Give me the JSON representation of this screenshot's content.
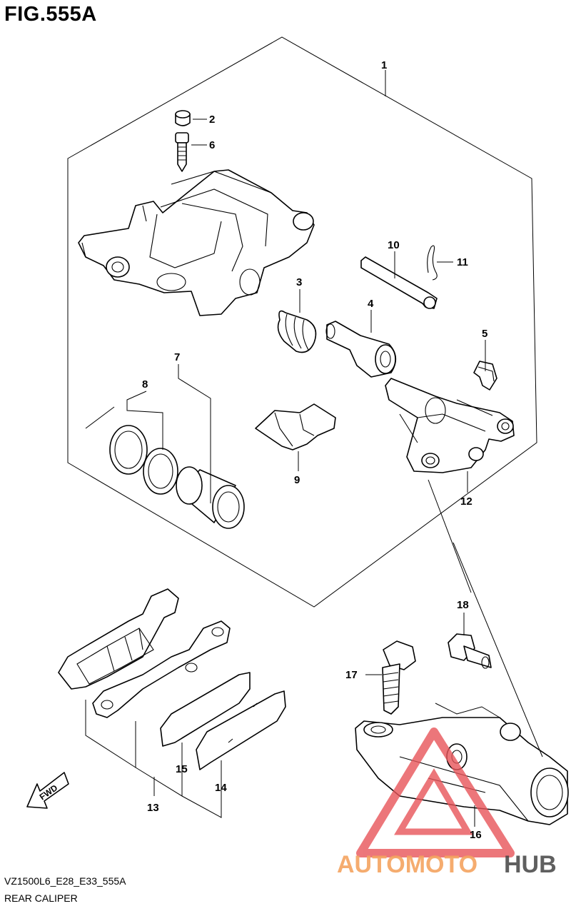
{
  "figure": {
    "title": "FIG.555A"
  },
  "footer": {
    "code": "VZ1500L6_E28_E33_555A",
    "caption": "REAR CALIPER"
  },
  "fwd_label": "FWD",
  "watermark": {
    "part1": "AUTOMOTO",
    "part2": "HUB",
    "color1": "#f4a460",
    "color2": "#444444",
    "triangle_color": "#e8555a"
  },
  "callouts": [
    "1",
    "2",
    "3",
    "4",
    "5",
    "6",
    "7",
    "8",
    "9",
    "10",
    "11",
    "12",
    "13",
    "14",
    "15",
    "16",
    "17",
    "18"
  ]
}
